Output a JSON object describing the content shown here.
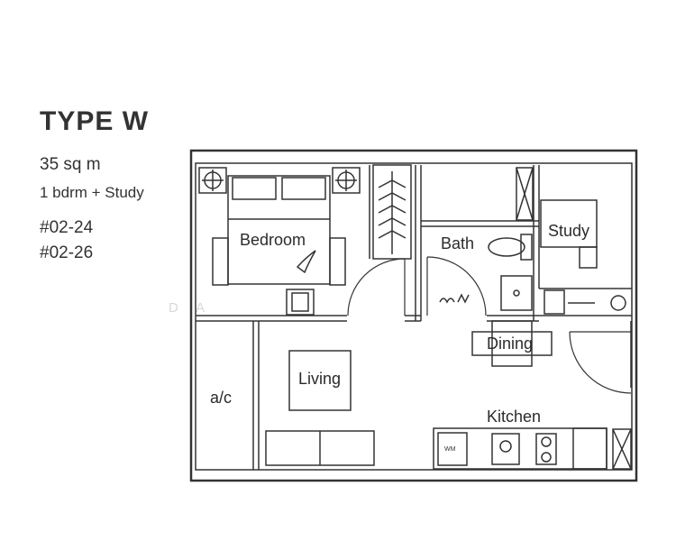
{
  "unit_type": {
    "title": "TYPE W",
    "area": "35 sq m",
    "configuration": "1 bdrm + Study",
    "units": [
      "#02-24",
      "#02-26"
    ]
  },
  "rooms": {
    "bedroom": "Bedroom",
    "bath": "Bath",
    "study": "Study",
    "dining": "Dining",
    "living": "Living",
    "ac": "a/c",
    "kitchen": "Kitchen"
  },
  "fixtures": {
    "washing_machine": "WM"
  },
  "watermark": "D A"
}
